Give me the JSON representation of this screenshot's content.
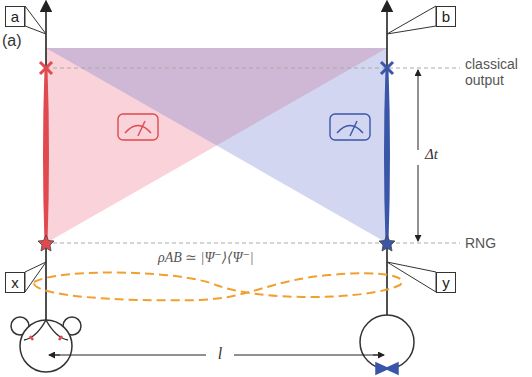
{
  "diagram": {
    "nodes": [
      {
        "text": [
          "a"
        ]
      },
      {
        "text": [
          "b"
        ]
      },
      {
        "text": [
          "x"
        ]
      },
      {
        "text": [
          "y"
        ]
      }
    ],
    "labels": [
      "(a)",
      "classical output",
      "Δt",
      "RNG",
      "ρAB ≃ |Ψ⁻⟩⟨Ψ⁻|",
      "l"
    ]
  }
}
